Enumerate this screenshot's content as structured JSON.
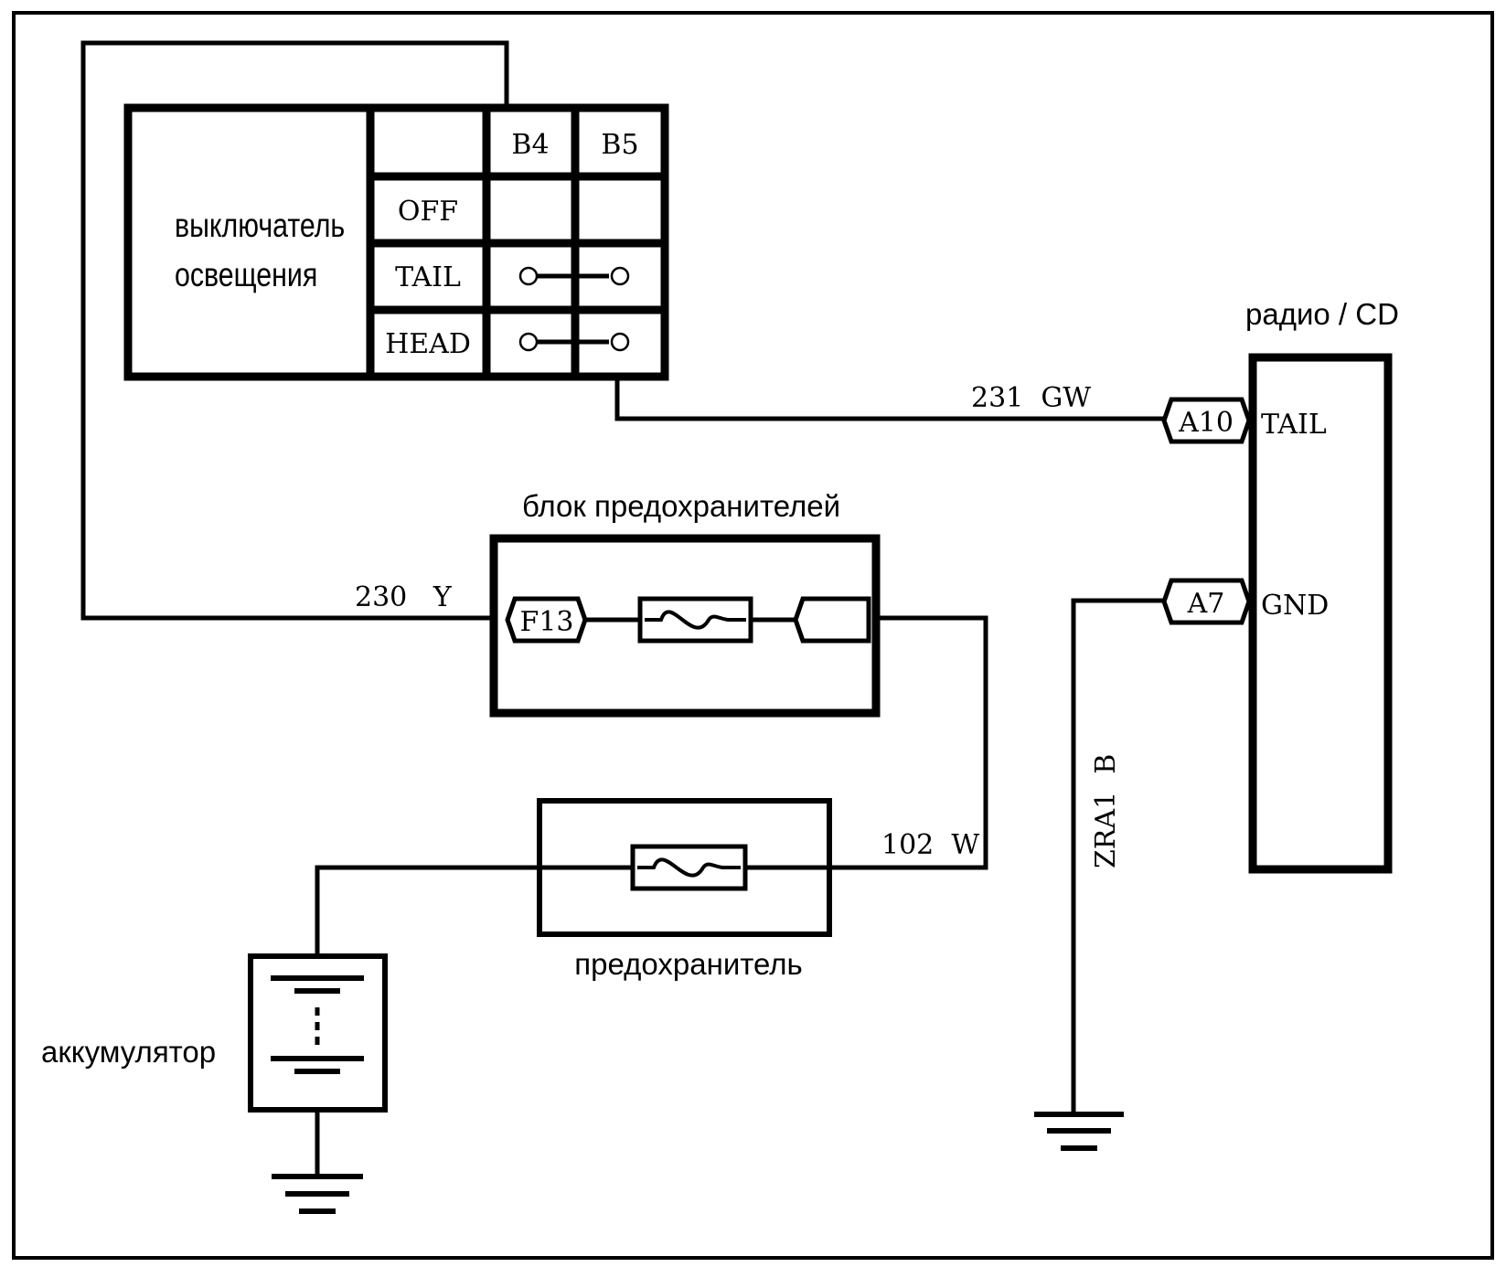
{
  "light_switch": {
    "name_line1": "выключатель",
    "name_line2": "освещения",
    "col_b4": "B4",
    "col_b5": "B5",
    "row_off": "OFF",
    "row_tail": "TAIL",
    "row_head": "HEAD"
  },
  "radio": {
    "title": "радио / CD",
    "pin_tail_connector": "A10",
    "pin_tail_label": "TAIL",
    "pin_gnd_connector": "A7",
    "pin_gnd_label": "GND"
  },
  "fuse_block": {
    "title": "блок предохранителей",
    "fuse_connector": "F13"
  },
  "fuse": {
    "title": "предохранитель"
  },
  "battery": {
    "title": "аккумулятор"
  },
  "wires": {
    "w231": "231  GW",
    "w230": "230   Y",
    "w102": "102  W",
    "ground": "ZRA1  B"
  }
}
